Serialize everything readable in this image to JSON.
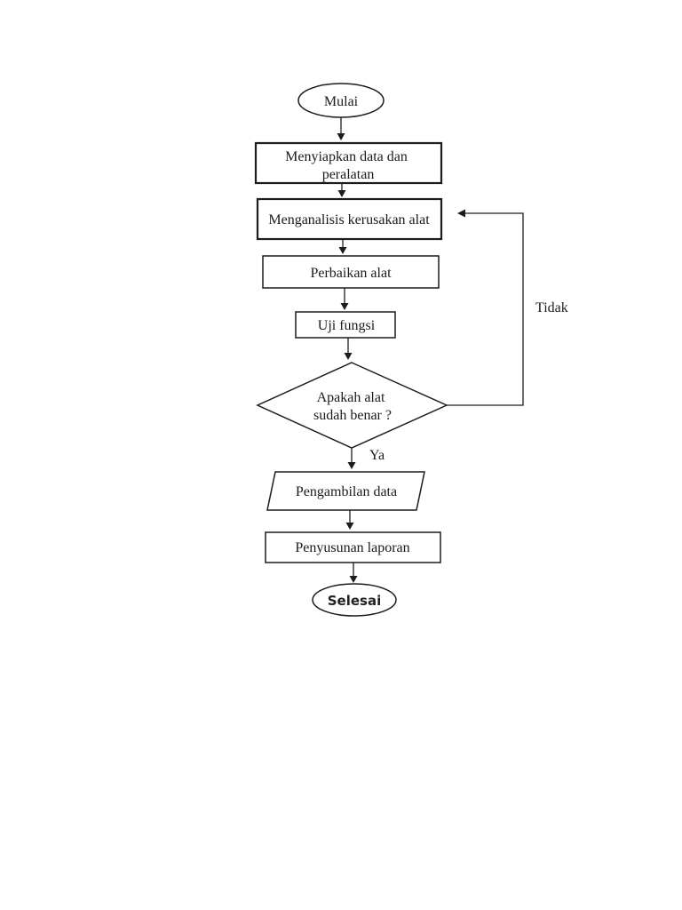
{
  "page": {
    "background_color": "#ffffff",
    "ink_color": "#1c1c1c"
  },
  "diagram": {
    "type": "flowchart",
    "language": "Indonesian",
    "nodes": {
      "start": {
        "shape": "oval",
        "label": "Mulai"
      },
      "prepare": {
        "shape": "rectangle",
        "label": "Menyiapkan data dan peralatan",
        "lines": [
          "Menyiapkan data dan",
          "peralatan"
        ]
      },
      "analyze": {
        "shape": "rectangle",
        "label": "Menganalisis kerusakan alat"
      },
      "repair": {
        "shape": "rectangle",
        "label": "Perbaikan alat"
      },
      "test": {
        "shape": "rectangle",
        "label": "Uji fungsi"
      },
      "decision": {
        "shape": "diamond",
        "label": "Apakah alat sudah benar ?",
        "lines": [
          "Apakah alat",
          "sudah benar ?"
        ]
      },
      "collect": {
        "shape": "parallelogram",
        "label": "Pengambilan data"
      },
      "report": {
        "shape": "rectangle",
        "label": "Penyusunan laporan"
      },
      "end": {
        "shape": "oval",
        "label": "Selesai"
      }
    },
    "edge_labels": {
      "yes": "Ya",
      "no": "Tidak"
    },
    "edges": [
      {
        "from": "start",
        "to": "prepare",
        "label": ""
      },
      {
        "from": "prepare",
        "to": "analyze",
        "label": ""
      },
      {
        "from": "analyze",
        "to": "repair",
        "label": ""
      },
      {
        "from": "repair",
        "to": "test",
        "label": ""
      },
      {
        "from": "test",
        "to": "decision",
        "label": ""
      },
      {
        "from": "decision",
        "to": "collect",
        "label": "Ya"
      },
      {
        "from": "decision",
        "to": "analyze",
        "label": "Tidak"
      },
      {
        "from": "collect",
        "to": "report",
        "label": ""
      },
      {
        "from": "report",
        "to": "end",
        "label": ""
      }
    ]
  }
}
